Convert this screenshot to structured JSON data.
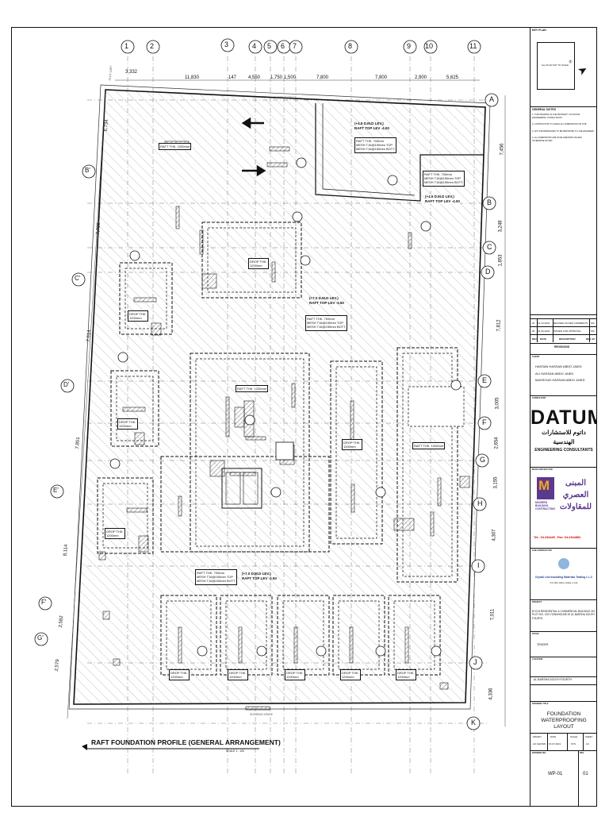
{
  "grid": {
    "cols": [
      "1",
      "2",
      "3",
      "4",
      "5",
      "6",
      "7",
      "8",
      "9",
      "10",
      "11"
    ],
    "rows_right": [
      "A",
      "B",
      "C",
      "D",
      "E",
      "F",
      "G",
      "H",
      "I",
      "J",
      "K"
    ],
    "rows_left": [
      "B'",
      "C'",
      "D'",
      "E'",
      "F'",
      "G'"
    ],
    "top_dims": [
      "3,332",
      "11,830",
      "147",
      "4,550",
      "1,750",
      "1,500",
      "7,800",
      "7,800",
      "2,900",
      "5,625"
    ],
    "right_dims": [
      "7,456",
      "3,248",
      "1,853",
      "7,812",
      "3,005",
      "2,654",
      "3,155",
      "4,307",
      "7,011",
      "4,336"
    ],
    "left_dims": [
      "6,734",
      "7,795",
      "7,614",
      "7,801",
      "8,114",
      "2,582",
      "2,579"
    ]
  },
  "labels": {
    "raft_1": [
      "(+4.5 D.M.D LEV.)",
      "RAFT TOP LEV -4.00"
    ],
    "raft_1_spec": [
      "RAFT THK. 700mm",
      "MESH T16@150mm TOP",
      "MESH T16@150mm BOTT."
    ],
    "raft_2": [
      "(+4.5 D.M.D LEV.)",
      "RAFT TOP LEV -4.00"
    ],
    "raft_2_spec": [
      "RAFT THK. 700mm",
      "MESH T16@150mm TOP",
      "MESH T16@150mm BOTT."
    ],
    "raft_3": [
      "(+7.0 D.M.D LEV.)",
      "RAFT TOP LEV -3.50"
    ],
    "raft_3_spec": [
      "RAFT THK. 700mm",
      "MESH T16@150mm TOP",
      "MESH T16@150mm BOTT."
    ],
    "raft_4": [
      "(+7.0 D.M.D LEV.)",
      "RAFT TOP LEV -3.50"
    ],
    "raft_4_spec": [
      "RAFT THK. 700mm",
      "MESH T16@150mm TOP",
      "MESH T16@150mm BOTT."
    ],
    "raft_thk_1000": "RAFT THK. 1000mm",
    "raft_thk_1200": "RAFT THK. 1200mm",
    "raft_thk_1000b": "RAFT THK. 1000mm",
    "drop": [
      "DROP THK.",
      "1200mm"
    ],
    "footer_title": "RAFT FOUNDATION PROFILE (GENERAL ARRANGEMENT)",
    "footer_scale": "SCALE 1 : 100",
    "shoring_top": "SHORING SPACE",
    "shoring_bottom": "SHORING SPACE",
    "plot_limit": "PLOT LIMIT"
  },
  "title_block": {
    "key_plan": "KEY PLAN",
    "key_plan_note": "Key PLAN NOT TO SCALE",
    "general_notes": "GENERAL NOTES",
    "notes": [
      "1- THIS DRAWING IS THE PROPERTY OF DATUM ENGINEERING CONSULTANTS",
      "2- CONTRACTOR TO CHECK ALL DIMENSIONS ON SITE",
      "3- ANY DISCREPANCIES TO BE REPORTED TO THE ENGINEER",
      "4- ALL DIMENSIONS ARE IN MILLIMETERS UNLESS OTHERWISE NOTED"
    ],
    "revisions": [
      {
        "no": "01",
        "date": "12-12-2023",
        "desc": "REVISED AS PER COMMENTS",
        "by": "MS"
      },
      {
        "no": "00",
        "date": "24-06-2023",
        "desc": "ISSUED FOR APPROVAL",
        "by": "MS"
      }
    ],
    "rev_headers": [
      "REV.",
      "DATE",
      "DESCRIPTION",
      "REV. BY"
    ],
    "revisions_label": "REVISIONS",
    "client_label": "CLIENT",
    "client": [
      "HASSAN HASSAN ABDO JAIED",
      "ALI HASSAN ABDO JAIED",
      "MASSOUD HASSAN ABDO JAIED"
    ],
    "consultant_label": "CONSULTANT",
    "datum_word": "DATUM",
    "datum_arabic": "داتوم للاستشارات الهندسية",
    "datum_sub": "ENGINEERING CONSULTANTS",
    "contractor_label": "MAIN CONTRACTOR",
    "modern_arabic": "المبنى العصري للمقاولات",
    "modern_en": "MODERN BUILDING CONTRACTING",
    "tel": "Tel.: 04-234445 , Fax: 04-2344854",
    "sub_label": "SUB CONTRACTOR",
    "crystal_name": "Crystal Line Insulating Materials Trading L.L.C",
    "crystal_addr": "P.O. Box: 18xxx, Dubai, U.A.E",
    "project_label": "PROJECT",
    "project": "B+G+6 RESIDENTIAL & COMMERCIAL BUILDING ON PLOT NO. XXX TOWNHOUSE AT AL BARSHA SOUTH FOURTH",
    "stage_label": "STAGE",
    "stage": "TENDER",
    "location_label": "LOCATION",
    "location": "AL BARSHA SOUTH FOURTH",
    "drawing_title_label": "DRAWING TITLE",
    "drawing_title": [
      "FOUNDATION WATERPROOFING",
      "LAYOUT"
    ],
    "meta_headers": [
      "DRAWN",
      "DATE",
      "SCALE",
      "SHEET"
    ],
    "meta_values": [
      "AS SHOWN",
      "15.07.2023",
      "NTS",
      "A3"
    ],
    "drawing_no_label": "DRAWING NO.",
    "rev_no_label": "REV",
    "drawing_no": "WP-01",
    "rev_no": "01"
  }
}
